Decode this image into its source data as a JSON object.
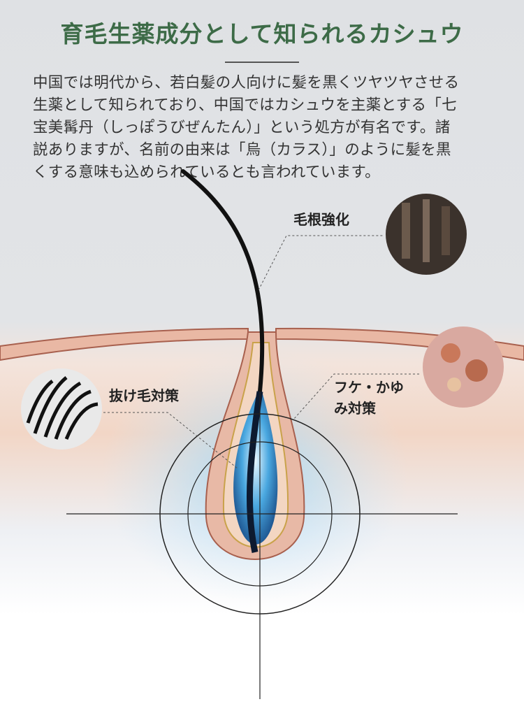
{
  "title": "育毛生薬成分として知られるカシュウ",
  "description_lines": [
    "中国では明代から、若白髪の人向けに髪を黒くツヤツヤさせる",
    "生薬として知られており、中国ではカシュウを主薬とする「七",
    "宝美髯丹（しっぽうびぜんたん）」という処方が有名です。諸",
    "説ありますが、名前の由来は「烏（カラス）」のように髪を黒",
    "くする意味も込められているとも言われています。"
  ],
  "callouts": {
    "root": "毛根強化",
    "hair_loss": "抜け毛対策",
    "dandruff_line1": "フケ・かゆ",
    "dandruff_line2": "み対策"
  },
  "colors": {
    "title": "#3d6b47"
  }
}
